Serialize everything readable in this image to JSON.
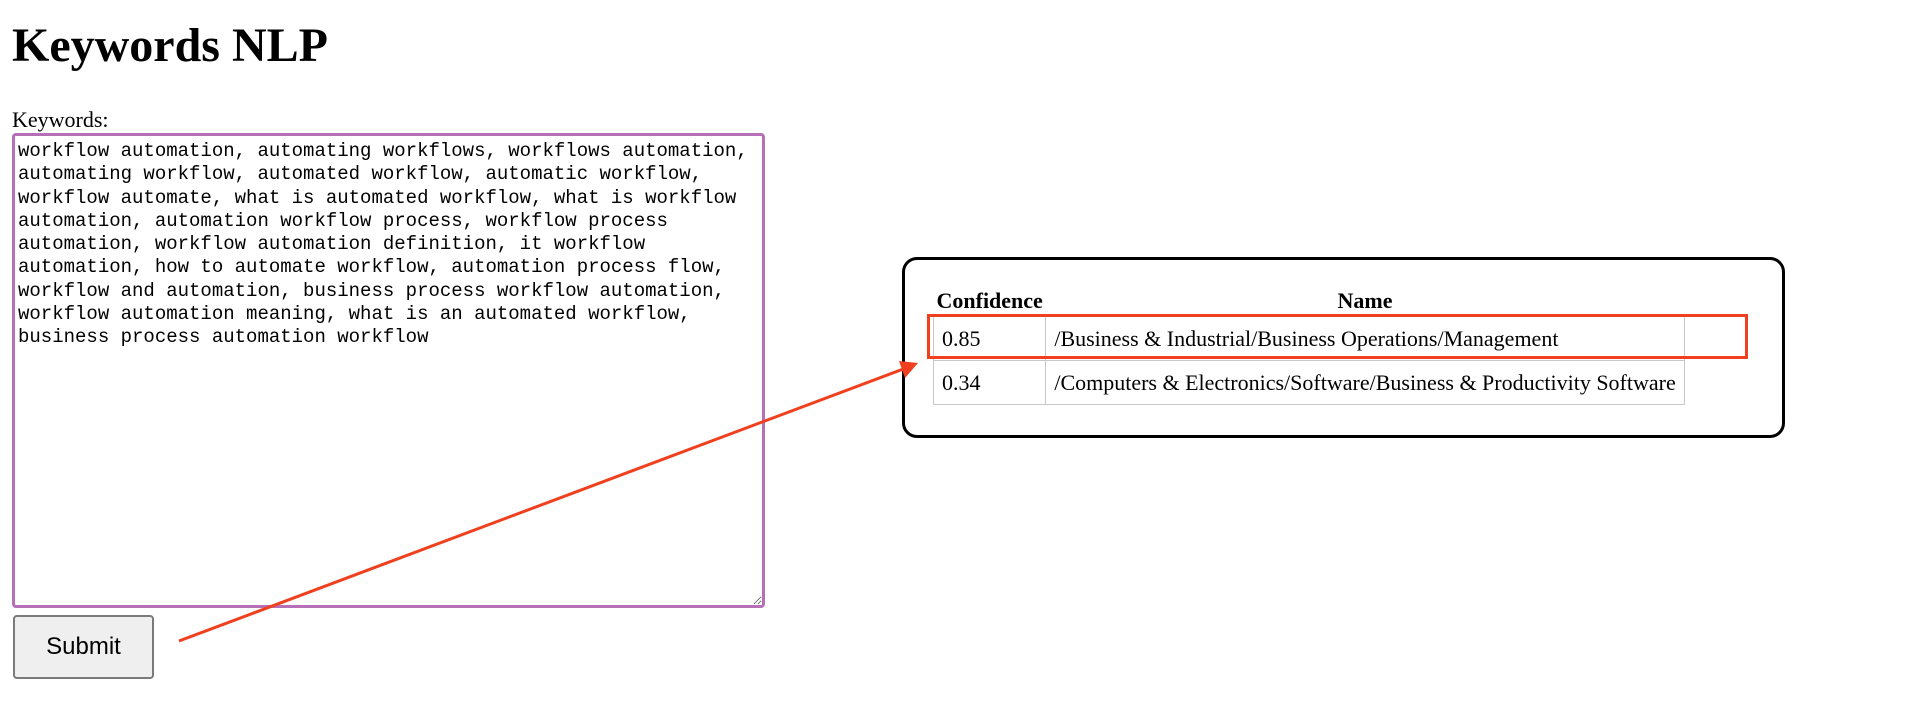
{
  "page_title": "Keywords NLP",
  "form": {
    "keywords_label": "Keywords:",
    "keywords_value": "workflow automation, automating workflows, workflows automation, automating workflow, automated workflow, automatic workflow, workflow automate, what is automated workflow, what is workflow automation, automation workflow process, workflow process automation, workflow automation definition, it workflow automation, how to automate workflow, automation process flow, workflow and automation, business process workflow automation, workflow automation meaning, what is an automated workflow, business process automation workflow",
    "submit_label": "Submit"
  },
  "results": {
    "headers": [
      "Confidence",
      "Name"
    ],
    "rows": [
      {
        "confidence": "0.85",
        "name": "/Business & Industrial/Business Operations/Management"
      },
      {
        "confidence": "0.34",
        "name": "/Computers & Electronics/Software/Business & Productivity Software"
      }
    ]
  },
  "colors": {
    "annotation": "#f0401f",
    "textarea_border": "#b570b8"
  }
}
